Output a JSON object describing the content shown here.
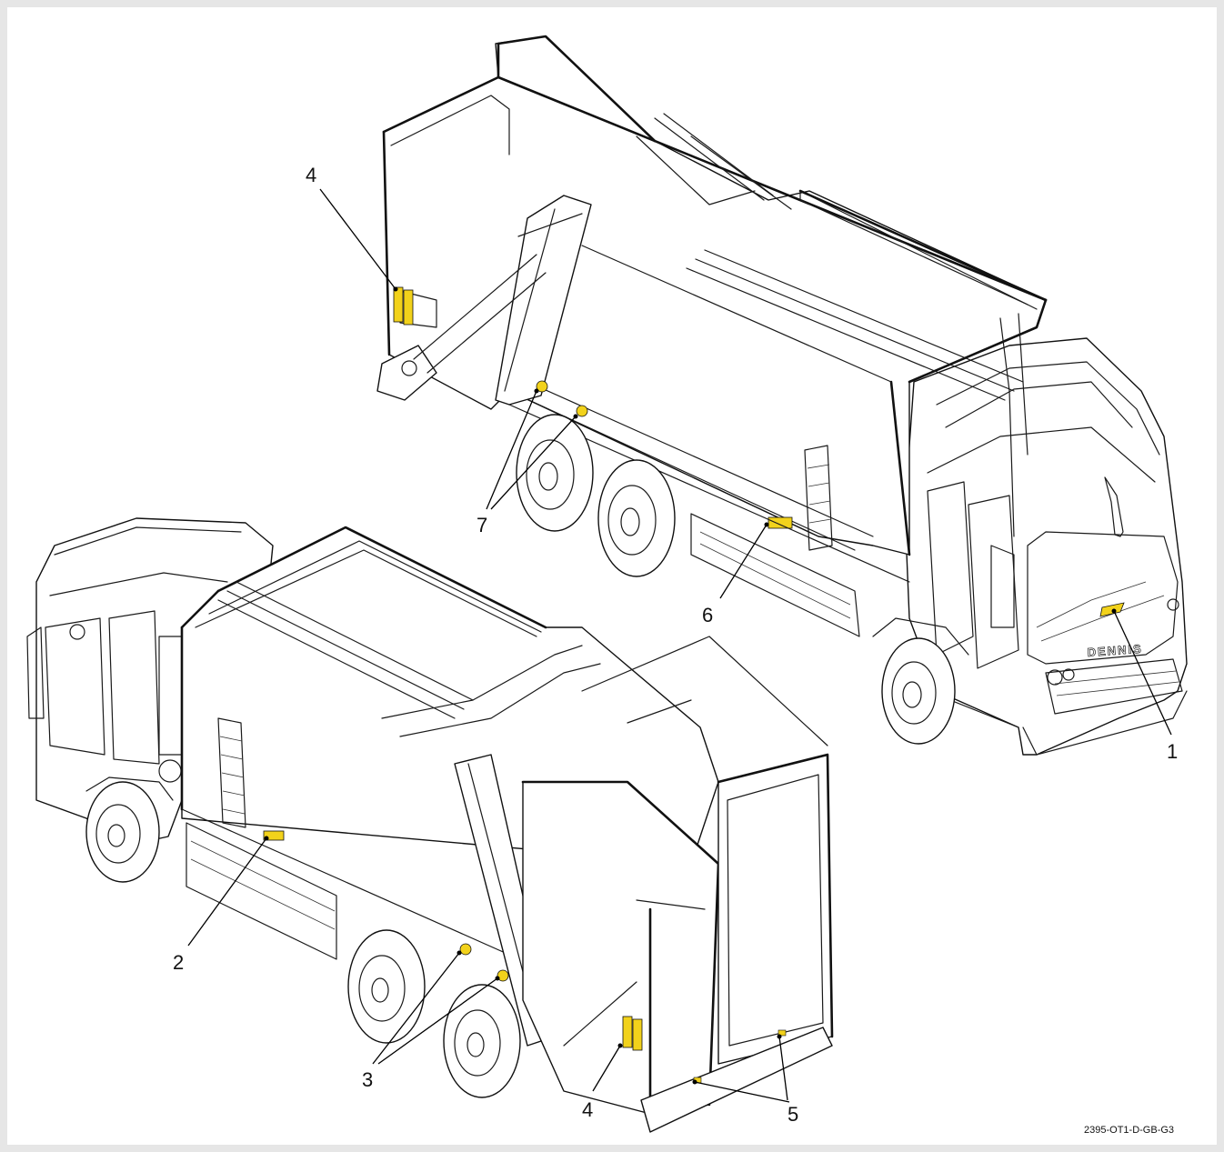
{
  "labels": {
    "n1": "1",
    "n2": "2",
    "n3": "3",
    "n4_top": "4",
    "n4_bottom": "4",
    "n5": "5",
    "n6": "6",
    "n7": "7"
  },
  "cab_brand": "DENNIS",
  "figure_reference": "2395-OT1-D-GB-G3",
  "colors": {
    "decal_yellow": "#f2d21b",
    "line": "#1a1a1a",
    "frame": "#e6e6e6"
  }
}
